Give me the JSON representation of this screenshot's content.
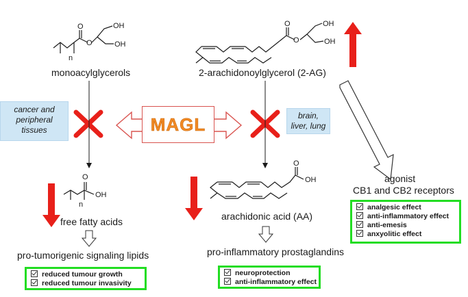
{
  "compounds": {
    "mag": {
      "label": "monoacylglycerols",
      "n": "n",
      "o": "O",
      "oh1": "OH",
      "oh2": "OH"
    },
    "two_ag": {
      "label": "2-arachidonoylglycerol (2-AG)",
      "o": "O",
      "oh1": "OH",
      "oh2": "OH"
    },
    "ffa": {
      "label": "free fatty acids",
      "n": "n",
      "o": "O",
      "oh": "OH"
    },
    "aa": {
      "label": "arachidonic acid (AA)",
      "o": "O",
      "oh": "OH"
    }
  },
  "enzyme": {
    "label": "MAGL",
    "color": "#f28a24"
  },
  "tissues": {
    "left": {
      "line1": "cancer and",
      "line2": "peripheral",
      "line3": "tissues"
    },
    "right": {
      "line1": "brain,",
      "line2": "liver, lung"
    }
  },
  "agonist": {
    "line1": "agonist",
    "line2": "CB1 and CB2 receptors"
  },
  "downstream": {
    "left": "pro-tumorigenic signaling lipids",
    "middle": "pro-inflammatory prostaglandins"
  },
  "effects": {
    "receptors": [
      "analgesic effect",
      "anti-inflammatory effect",
      "anti-emesis",
      "anxyolitic effect"
    ],
    "tumour": [
      "reduced tumour growth",
      "reduced tumour invasivity"
    ],
    "prostaglandins": [
      "neuroprotection",
      "anti-inflammatory effect"
    ]
  },
  "colors": {
    "arrow_red": "#e8201a",
    "cross_red": "#e8201a",
    "box_green": "#22dd22",
    "box_blue": "#cfe6f5"
  }
}
